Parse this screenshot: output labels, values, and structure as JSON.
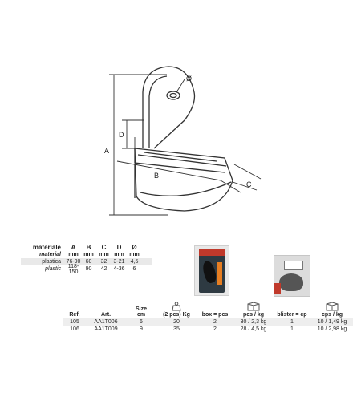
{
  "dimensions": {
    "phi": "Ø",
    "d": "D",
    "a": "A",
    "b": "B",
    "c": "C"
  },
  "materials": {
    "header": [
      "materiale",
      "A",
      "B",
      "C",
      "D",
      "Ø"
    ],
    "header_sub": "material",
    "units": [
      "mm",
      "mm",
      "mm",
      "mm",
      "mm"
    ],
    "rows": [
      {
        "name": "plastica",
        "values": [
          "76-90",
          "60",
          "32",
          "3-21",
          "4,5"
        ]
      },
      {
        "name": "plastic",
        "values": [
          "118-150",
          "90",
          "42",
          "4-36",
          "6"
        ]
      }
    ]
  },
  "order_table": {
    "headers": {
      "ref": "Ref.",
      "art": "Art.",
      "size": "Size",
      "size_unit": "cm",
      "kg": "(2 pcs) Kg",
      "box": "box = pcs",
      "pcs": "pcs / kg",
      "blister": "blister = cp",
      "cps": "cps / kg"
    },
    "rows": [
      {
        "ref": "105",
        "art": "AA1T006",
        "size": "6",
        "kg": "20",
        "box": "2",
        "pcs": "30 / 2,3 kg",
        "blister": "1",
        "cps": "10 / 1,49 kg"
      },
      {
        "ref": "106",
        "art": "AA1T009",
        "size": "9",
        "kg": "35",
        "box": "2",
        "pcs": "28 / 4,5 kg",
        "blister": "1",
        "cps": "10 / 2,98 kg"
      }
    ]
  },
  "icons": [
    "shelf-bracket-drawing",
    "weight-icon",
    "box-icon",
    "blister-package-image",
    "card-package-image"
  ],
  "colors": {
    "line": "#333333",
    "band": "#e9e9e9"
  }
}
